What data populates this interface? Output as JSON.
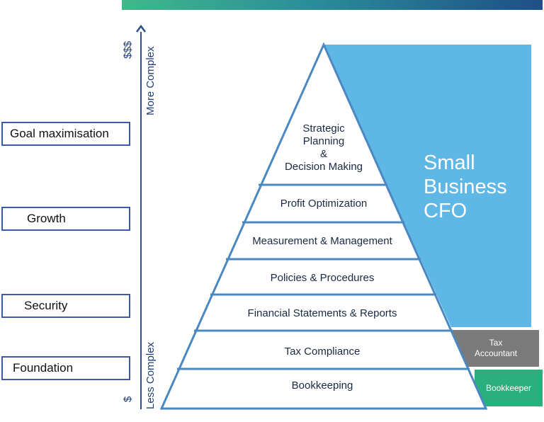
{
  "side_labels": {
    "goal": "Goal maximisation",
    "growth": "Growth",
    "security": "Security",
    "foundation": "Foundation"
  },
  "axis": {
    "top_symbol": "$$$",
    "top_label": "More Complex",
    "bottom_symbol": "$",
    "bottom_label": "Less Complex"
  },
  "pyramid_levels": [
    "Strategic\nPlanning\n&\nDecision Making",
    "Profit Optimization",
    "Measurement & Management",
    "Policies & Procedures",
    "Financial Statements & Reports",
    "Tax Compliance",
    "Bookkeeping"
  ],
  "roles": {
    "cfo": "Small\nBusiness\nCFO",
    "tax": "Tax\nAccountant",
    "bookkeeper": "Bookkeeper"
  },
  "colors": {
    "cfo": "#5fb7e6",
    "tax": "#7a7a7a",
    "bookkeeper": "#2baf7f",
    "pyramid_stroke": "#4a88c2",
    "axis": "#2a4f8a"
  }
}
